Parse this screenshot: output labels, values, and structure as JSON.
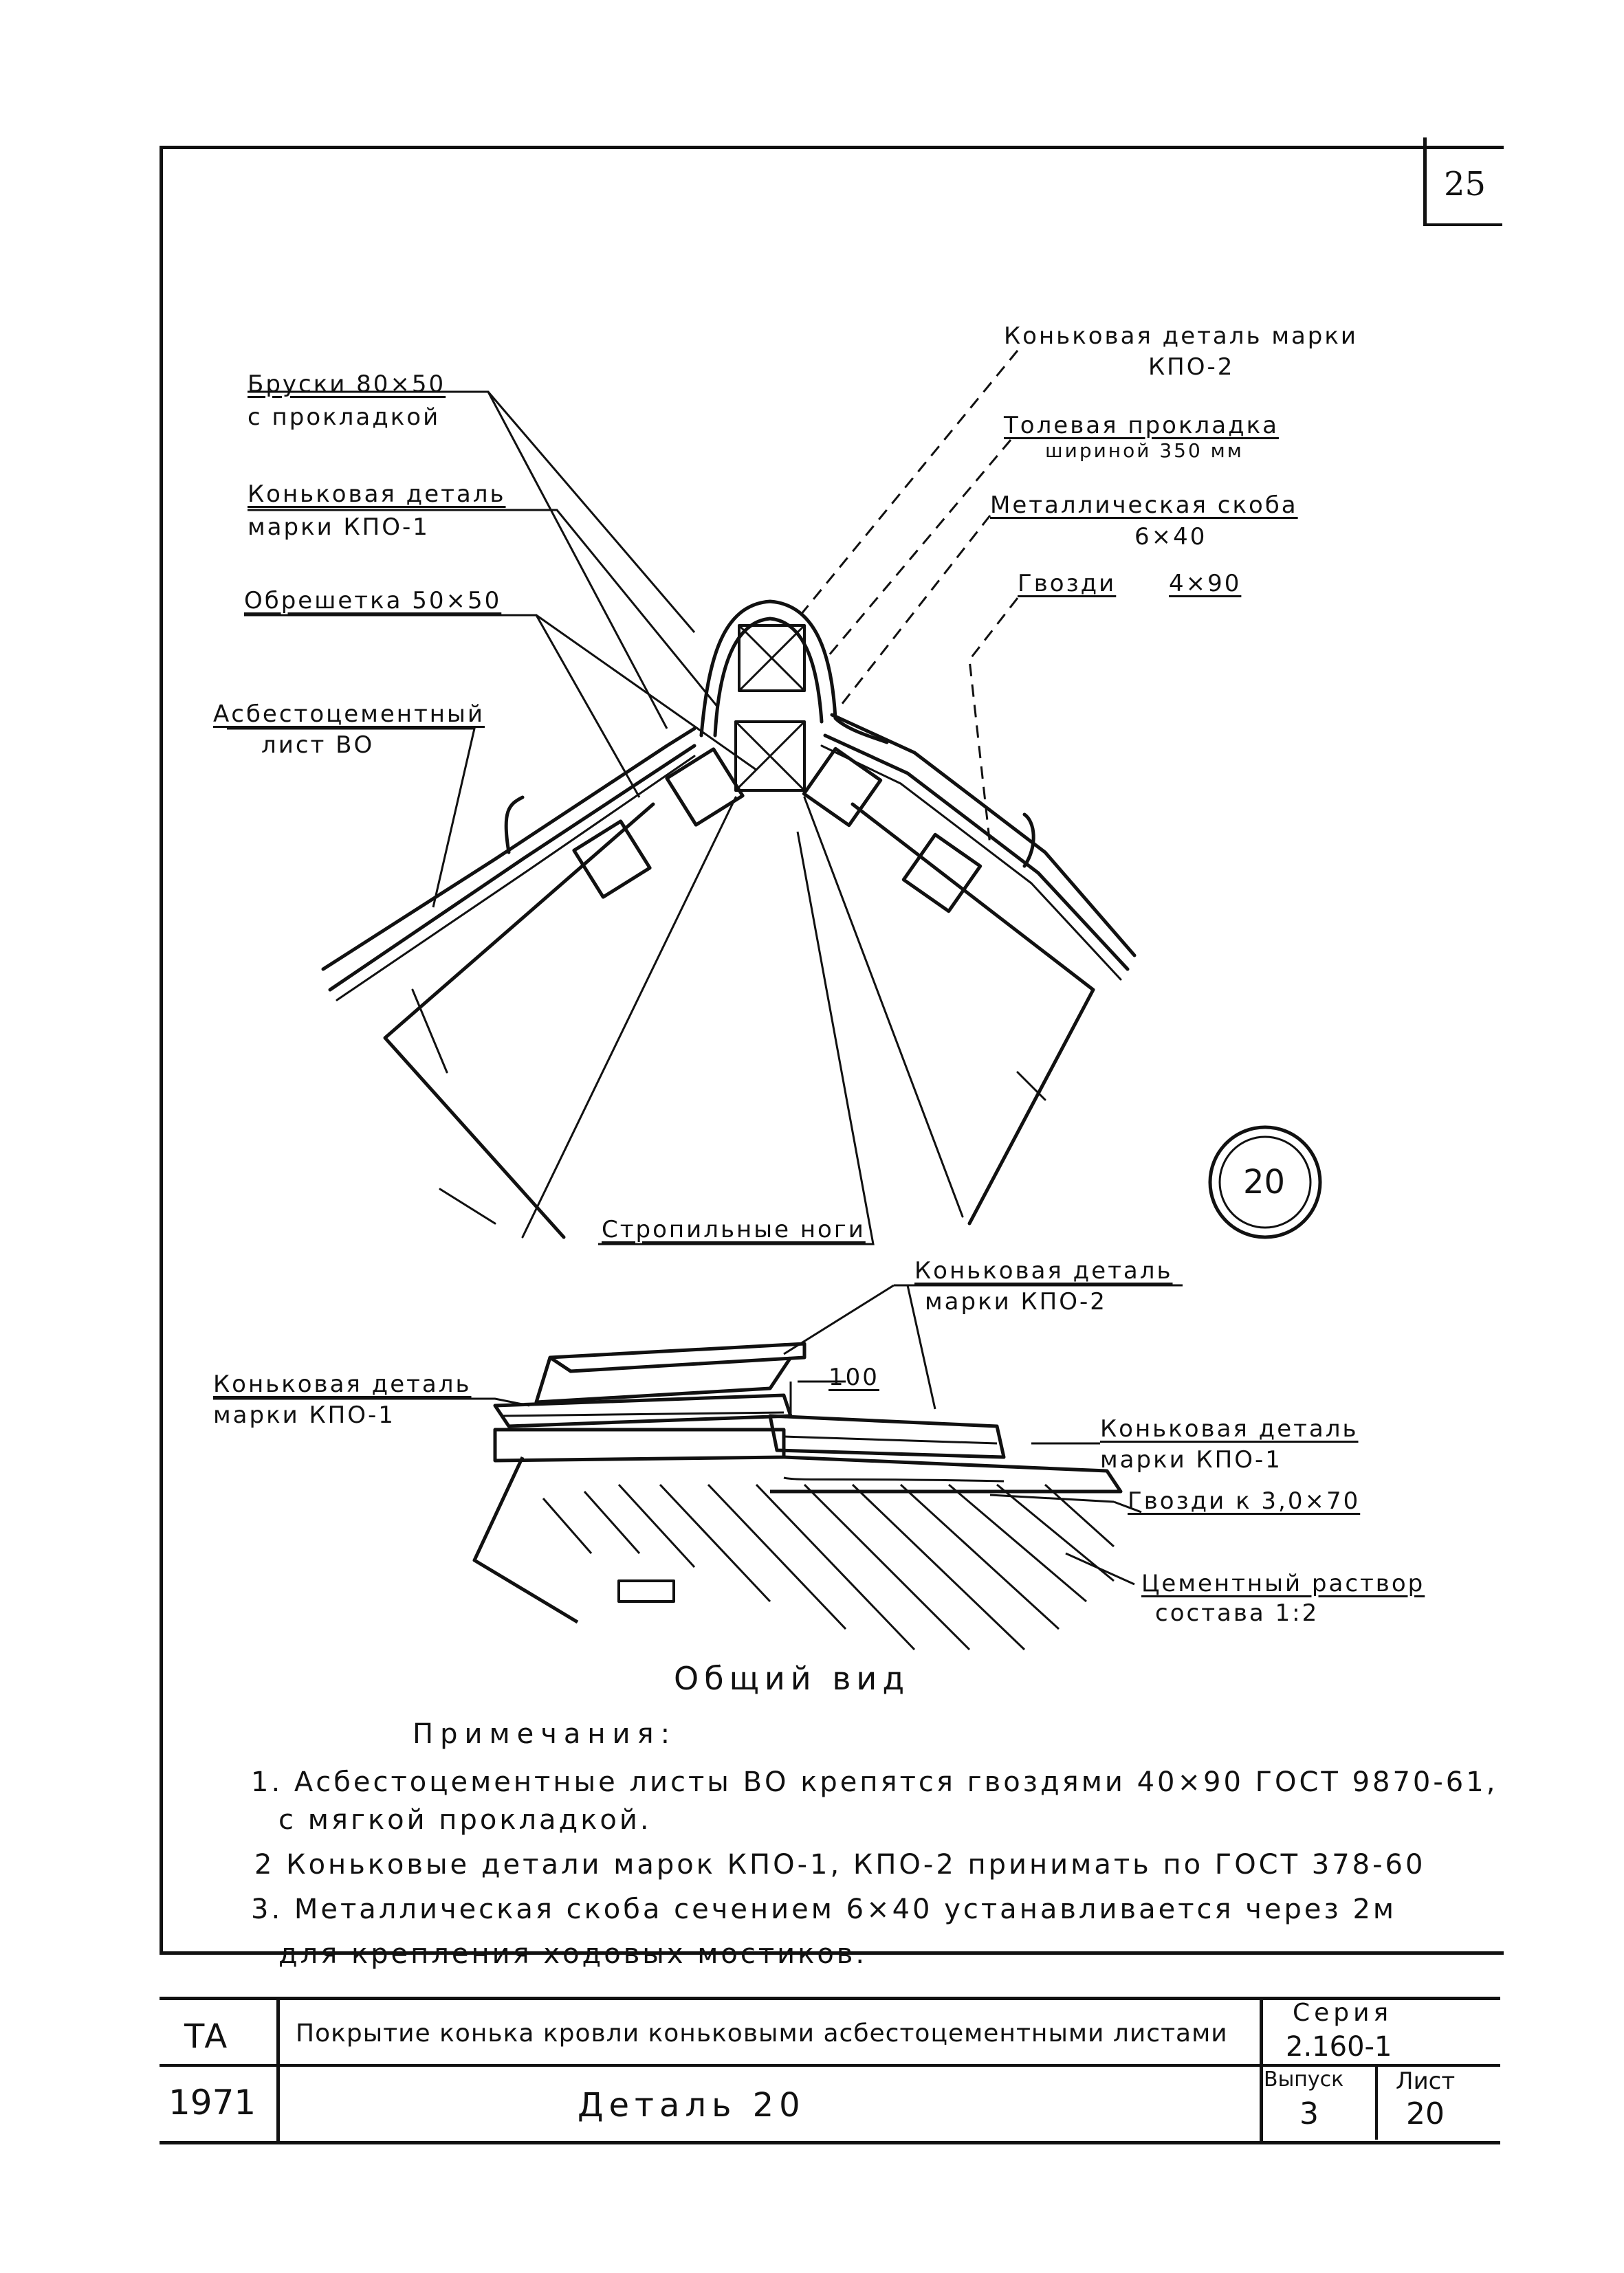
{
  "page_number": "25",
  "detail_mark": "20",
  "upper_labels": {
    "kpo2_line1": "Коньковая деталь марки",
    "kpo2_line2": "КПО-2",
    "bars_line1": "Бруски 80×50",
    "bars_line2": "с прокладкой",
    "tol_line1": "Толевая прокладка",
    "tol_line2": "шириной 350 мм",
    "kpo1_line1": "Коньковая деталь",
    "kpo1_line2": "марки КПО-1",
    "bracket_line1": "Металлическая скоба",
    "bracket_line2": "6×40",
    "lathing": "Обрешетка 50×50",
    "nails": "Гвозди",
    "nails_size": "4×90",
    "asb_line1": "Асбестоцементный",
    "asb_line2": "лист ВО",
    "rafters": "Стропильные ноги"
  },
  "lower_labels": {
    "kpo2_line1": "Коньковая деталь",
    "kpo2_line2": "марки КПО-2",
    "kpo1_left_line1": "Коньковая деталь",
    "kpo1_left_line2": "марки КПО-1",
    "dim": "100",
    "kpo1_right_line1": "Коньковая деталь",
    "kpo1_right_line2": "марки КПО-1",
    "nails": "Гвозди к 3,0×70",
    "mortar_line1": "Цементный раствор",
    "mortar_line2": "состава 1:2"
  },
  "view_caption": "Общий вид",
  "notes": {
    "heading": "Примечания:",
    "items": [
      "1. Асбестоцементные листы ВО крепятся гвоздями 40×90 ГОСТ 9870-61,",
      "с мягкой прокладкой.",
      "2 Коньковые детали марок КПО-1, КПО-2 принимать по ГОСТ 378-60",
      "3. Металлическая скоба сечением 6×40 устанавливается через 2м",
      "для крепления ходовых мостиков."
    ]
  },
  "title_block": {
    "code": "ТА",
    "year": "1971",
    "title": "Покрытие конька кровли коньковыми асбестоцементными листами",
    "detail": "Деталь 20",
    "series_label": "Серия",
    "series_value": "2.160-1",
    "issue_label": "Выпуск",
    "issue_value": "3",
    "sheet_label": "Лист",
    "sheet_value": "20"
  },
  "colors": {
    "ink": "#111111",
    "paper": "#ffffff"
  }
}
